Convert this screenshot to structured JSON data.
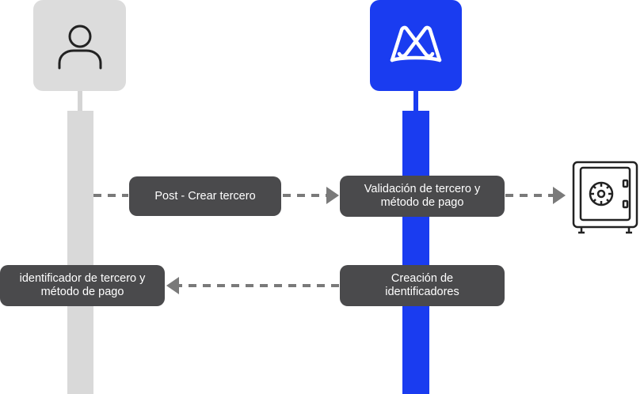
{
  "actors": {
    "user": {
      "icon": "user-icon"
    },
    "app": {
      "icon": "brand-logo-icon"
    },
    "vault": {
      "icon": "safe-icon"
    }
  },
  "messages": {
    "post_create": "Post - Crear tercero",
    "validation": "Validación de tercero y método de pago",
    "creation": "Creación de identificadores",
    "identifier": "identificador de tercero y método de pago"
  },
  "colors": {
    "brand_blue": "#1a3cf0",
    "user_grey": "#d9d9d9",
    "message_bg": "#4a4a4c",
    "arrow_grey": "#7a7a7a"
  }
}
